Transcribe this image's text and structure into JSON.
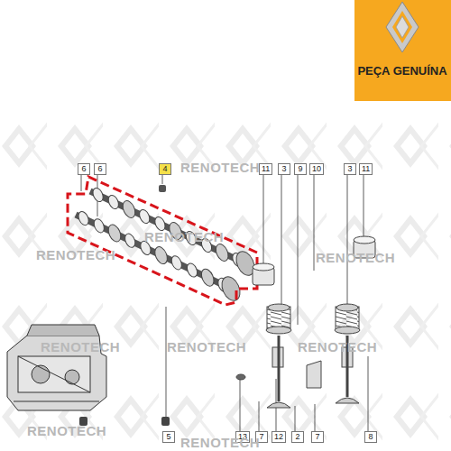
{
  "diagram": {
    "labels": [
      "PEÇA GENUÍNA",
      "6",
      "6",
      "4",
      "11",
      "3",
      "9",
      "10",
      "3",
      "11",
      "5",
      "13",
      "7",
      "12",
      "2",
      "7",
      "8",
      "RENOTECH",
      "RENOTECH",
      "RENOTECH",
      "RENOTECH",
      "RENOTECH",
      "RENOTECH",
      "RENOTECH",
      "RENOTECH",
      "RENOTECH"
    ]
  }
}
